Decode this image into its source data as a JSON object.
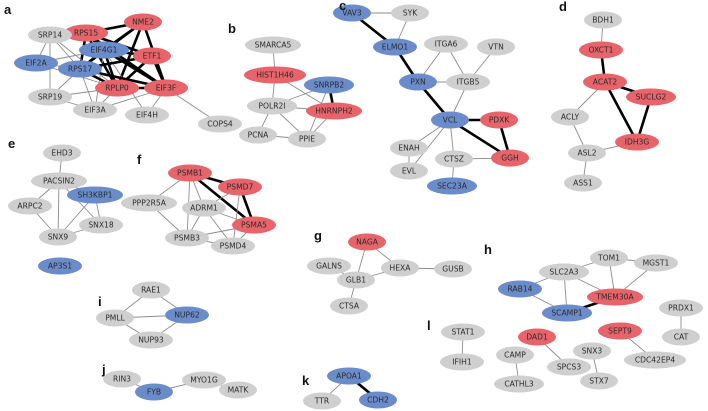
{
  "colors": {
    "red": "#e8646b",
    "blue": "#6a8ccb",
    "gray": "#cfcfcf",
    "edge_thin": "#8c8c8c",
    "edge_thick": "#000000"
  },
  "panels": [
    {
      "label": "a",
      "nodes": [
        {
          "id": "RPS15",
          "color": "red"
        },
        {
          "id": "NME2",
          "color": "red"
        },
        {
          "id": "SRP14",
          "color": "gray"
        },
        {
          "id": "EIF4G1",
          "color": "blue"
        },
        {
          "id": "ETF1",
          "color": "red"
        },
        {
          "id": "EIF2A",
          "color": "blue"
        },
        {
          "id": "RPS17",
          "color": "blue"
        },
        {
          "id": "SRP19",
          "color": "gray"
        },
        {
          "id": "RPLP0",
          "color": "red"
        },
        {
          "id": "EIF3F",
          "color": "red"
        },
        {
          "id": "EIF3A",
          "color": "gray"
        },
        {
          "id": "EIF4H",
          "color": "gray"
        },
        {
          "id": "COPS4",
          "color": "gray"
        }
      ]
    },
    {
      "label": "b",
      "nodes": [
        {
          "id": "SMARCA5",
          "color": "gray"
        },
        {
          "id": "HIST1H46",
          "color": "red"
        },
        {
          "id": "SNRPB2",
          "color": "blue"
        },
        {
          "id": "HNRNPH2",
          "color": "red"
        },
        {
          "id": "POLR2I",
          "color": "gray"
        },
        {
          "id": "PCNA",
          "color": "gray"
        },
        {
          "id": "PPIE",
          "color": "gray"
        }
      ]
    },
    {
      "label": "c",
      "nodes": [
        {
          "id": "VAV3",
          "color": "blue"
        },
        {
          "id": "SYK",
          "color": "gray"
        },
        {
          "id": "ELMO1",
          "color": "blue"
        },
        {
          "id": "ITGA6",
          "color": "gray"
        },
        {
          "id": "VTN",
          "color": "gray"
        },
        {
          "id": "PXN",
          "color": "blue"
        },
        {
          "id": "ITGB5",
          "color": "gray"
        },
        {
          "id": "VCL",
          "color": "blue"
        },
        {
          "id": "PDXK",
          "color": "red"
        },
        {
          "id": "ENAH",
          "color": "gray"
        },
        {
          "id": "CTSZ",
          "color": "gray"
        },
        {
          "id": "GGH",
          "color": "red"
        },
        {
          "id": "EVL",
          "color": "gray"
        },
        {
          "id": "SEC23A",
          "color": "blue"
        }
      ]
    },
    {
      "label": "d",
      "nodes": [
        {
          "id": "BDH1",
          "color": "gray"
        },
        {
          "id": "OXCT1",
          "color": "red"
        },
        {
          "id": "ACAT2",
          "color": "red"
        },
        {
          "id": "SUCLG2",
          "color": "red"
        },
        {
          "id": "ACLY",
          "color": "gray"
        },
        {
          "id": "IDH3G",
          "color": "red"
        },
        {
          "id": "ASL2",
          "color": "gray"
        },
        {
          "id": "ASS1",
          "color": "gray"
        }
      ]
    },
    {
      "label": "e",
      "nodes": [
        {
          "id": "EHD3",
          "color": "gray"
        },
        {
          "id": "PACSIN2",
          "color": "gray"
        },
        {
          "id": "SH3KBP1",
          "color": "blue"
        },
        {
          "id": "ARPC2",
          "color": "gray"
        },
        {
          "id": "SNX18",
          "color": "gray"
        },
        {
          "id": "SNX9",
          "color": "gray"
        },
        {
          "id": "AP3S1",
          "color": "blue"
        }
      ]
    },
    {
      "label": "f",
      "nodes": [
        {
          "id": "PSMB1",
          "color": "red"
        },
        {
          "id": "PSMD7",
          "color": "red"
        },
        {
          "id": "PPP2R5A",
          "color": "gray"
        },
        {
          "id": "ADRM1",
          "color": "gray"
        },
        {
          "id": "PSMA5",
          "color": "red"
        },
        {
          "id": "PSMB3",
          "color": "gray"
        },
        {
          "id": "PSMD4",
          "color": "gray"
        }
      ]
    },
    {
      "label": "g",
      "nodes": [
        {
          "id": "NAGA",
          "color": "red"
        },
        {
          "id": "GALNS",
          "color": "gray"
        },
        {
          "id": "HEXA",
          "color": "gray"
        },
        {
          "id": "GUSB",
          "color": "gray"
        },
        {
          "id": "GLB1",
          "color": "gray"
        },
        {
          "id": "CTSA",
          "color": "gray"
        }
      ]
    },
    {
      "label": "h",
      "nodes": [
        {
          "id": "TOM1",
          "color": "gray"
        },
        {
          "id": "SLC2A3",
          "color": "gray"
        },
        {
          "id": "MGST1",
          "color": "gray"
        },
        {
          "id": "RAB14",
          "color": "blue"
        },
        {
          "id": "TMEM30A",
          "color": "red"
        },
        {
          "id": "SCAMP1",
          "color": "blue"
        }
      ]
    },
    {
      "label": "i",
      "nodes": [
        {
          "id": "RAE1",
          "color": "gray"
        },
        {
          "id": "PMLL",
          "color": "gray"
        },
        {
          "id": "NUP62",
          "color": "blue"
        },
        {
          "id": "NUP93",
          "color": "gray"
        }
      ]
    },
    {
      "label": "j",
      "nodes": [
        {
          "id": "RIN3",
          "color": "gray"
        },
        {
          "id": "MYO1G",
          "color": "gray"
        },
        {
          "id": "FYB",
          "color": "blue"
        },
        {
          "id": "MATK",
          "color": "gray"
        }
      ]
    },
    {
      "label": "k",
      "nodes": [
        {
          "id": "APOA1",
          "color": "blue"
        },
        {
          "id": "TTR",
          "color": "gray"
        },
        {
          "id": "CDH2",
          "color": "blue"
        }
      ]
    },
    {
      "label": "l",
      "nodes": [
        {
          "id": "STAT1",
          "color": "gray"
        },
        {
          "id": "IFIH1",
          "color": "gray"
        },
        {
          "id": "CAMP",
          "color": "gray"
        },
        {
          "id": "CATHL3",
          "color": "gray"
        },
        {
          "id": "DAD1",
          "color": "red"
        },
        {
          "id": "SPCS3",
          "color": "gray"
        },
        {
          "id": "SNX3",
          "color": "gray"
        },
        {
          "id": "STX7",
          "color": "gray"
        },
        {
          "id": "SEPT9",
          "color": "red"
        },
        {
          "id": "CDC42EP4",
          "color": "gray"
        },
        {
          "id": "PRDX1",
          "color": "gray"
        },
        {
          "id": "CAT",
          "color": "gray"
        }
      ]
    }
  ],
  "edges": [
    [
      "RPS15",
      "NME2",
      1
    ],
    [
      "RPS15",
      "EIF4G1",
      1
    ],
    [
      "RPS15",
      "RPS17",
      1
    ],
    [
      "RPS15",
      "RPLP0",
      1
    ],
    [
      "RPS15",
      "EIF3F",
      1
    ],
    [
      "RPS15",
      "SRP14",
      0
    ],
    [
      "RPS15",
      "ETF1",
      1
    ],
    [
      "NME2",
      "EIF4G1",
      1
    ],
    [
      "NME2",
      "RPS17",
      1
    ],
    [
      "NME2",
      "RPLP0",
      1
    ],
    [
      "NME2",
      "EIF3F",
      1
    ],
    [
      "EIF4G1",
      "ETF1",
      1
    ],
    [
      "EIF4G1",
      "RPS17",
      1
    ],
    [
      "EIF4G1",
      "RPLP0",
      1
    ],
    [
      "EIF4G1",
      "EIF3F",
      1
    ],
    [
      "EIF4G1",
      "EIF3A",
      0
    ],
    [
      "EIF4G1",
      "EIF4H",
      0
    ],
    [
      "EIF4G1",
      "EIF2A",
      0
    ],
    [
      "ETF1",
      "RPLP0",
      1
    ],
    [
      "ETF1",
      "EIF3F",
      1
    ],
    [
      "ETF1",
      "RPS17",
      1
    ],
    [
      "EIF2A",
      "RPS17",
      0
    ],
    [
      "EIF2A",
      "SRP14",
      0
    ],
    [
      "EIF2A",
      "RPLP0",
      0
    ],
    [
      "RPS17",
      "RPLP0",
      1
    ],
    [
      "RPS17",
      "SRP19",
      0
    ],
    [
      "RPS17",
      "SRP14",
      0
    ],
    [
      "RPS17",
      "EIF3F",
      1
    ],
    [
      "RPS17",
      "EIF3A",
      0
    ],
    [
      "RPLP0",
      "EIF3F",
      1
    ],
    [
      "RPLP0",
      "SRP19",
      0
    ],
    [
      "RPLP0",
      "SRP14",
      0
    ],
    [
      "RPLP0",
      "EIF3A",
      0
    ],
    [
      "EIF3F",
      "EIF3A",
      0
    ],
    [
      "EIF3F",
      "EIF4H",
      0
    ],
    [
      "EIF3F",
      "COPS4",
      0
    ],
    [
      "SRP14",
      "SRP19",
      0
    ],
    [
      "SRP19",
      "EIF3A",
      0
    ],
    [
      "SMARCA5",
      "HIST1H46",
      0
    ],
    [
      "HIST1H46",
      "POLR2I",
      0
    ],
    [
      "HIST1H46",
      "HNRNPH2",
      0
    ],
    [
      "SNRPB2",
      "HNRNPH2",
      1
    ],
    [
      "SNRPB2",
      "POLR2I",
      0
    ],
    [
      "SNRPB2",
      "PPIE",
      0
    ],
    [
      "HNRNPH2",
      "POLR2I",
      0
    ],
    [
      "HNRNPH2",
      "PPIE",
      0
    ],
    [
      "POLR2I",
      "PCNA",
      0
    ],
    [
      "POLR2I",
      "PPIE",
      0
    ],
    [
      "PCNA",
      "PPIE",
      0
    ],
    [
      "VAV3",
      "ELMO1",
      1
    ],
    [
      "VAV3",
      "SYK",
      0
    ],
    [
      "SYK",
      "ELMO1",
      0
    ],
    [
      "ELMO1",
      "PXN",
      1
    ],
    [
      "PXN",
      "VCL",
      1
    ],
    [
      "PXN",
      "ITGB5",
      0
    ],
    [
      "PXN",
      "ITGA6",
      0
    ],
    [
      "ITGA6",
      "ITGB5",
      0
    ],
    [
      "ITGB5",
      "VTN",
      0
    ],
    [
      "ITGB5",
      "VCL",
      0
    ],
    [
      "VCL",
      "PDXK",
      1
    ],
    [
      "VCL",
      "GGH",
      1
    ],
    [
      "VCL",
      "ENAH",
      0
    ],
    [
      "VCL",
      "EVL",
      0
    ],
    [
      "VCL",
      "CTSZ",
      0
    ],
    [
      "PDXK",
      "GGH",
      1
    ],
    [
      "CTSZ",
      "GGH",
      0
    ],
    [
      "CTSZ",
      "SEC23A",
      0
    ],
    [
      "ENAH",
      "EVL",
      0
    ],
    [
      "BDH1",
      "OXCT1",
      0
    ],
    [
      "OXCT1",
      "ACAT2",
      1
    ],
    [
      "ACAT2",
      "SUCLG2",
      1
    ],
    [
      "ACAT2",
      "ACLY",
      0
    ],
    [
      "ACAT2",
      "IDH3G",
      1
    ],
    [
      "SUCLG2",
      "IDH3G",
      1
    ],
    [
      "IDH3G",
      "ASL2",
      0
    ],
    [
      "ACLY",
      "ASL2",
      0
    ],
    [
      "ASL2",
      "ASS1",
      0
    ],
    [
      "EHD3",
      "PACSIN2",
      0
    ],
    [
      "PACSIN2",
      "SH3KBP1",
      0
    ],
    [
      "PACSIN2",
      "ARPC2",
      0
    ],
    [
      "PACSIN2",
      "SNX18",
      0
    ],
    [
      "PACSIN2",
      "SNX9",
      0
    ],
    [
      "SH3KBP1",
      "SNX9",
      0
    ],
    [
      "SH3KBP1",
      "SNX18",
      0
    ],
    [
      "ARPC2",
      "SNX9",
      0
    ],
    [
      "SNX9",
      "SNX18",
      0
    ],
    [
      "PSMB1",
      "PSMD7",
      1
    ],
    [
      "PSMB1",
      "PSMA5",
      1
    ],
    [
      "PSMB1",
      "ADRM1",
      0
    ],
    [
      "PSMB1",
      "PPP2R5A",
      0
    ],
    [
      "PSMB1",
      "PSMB3",
      0
    ],
    [
      "PSMD7",
      "PSMA5",
      1
    ],
    [
      "PSMD7",
      "ADRM1",
      0
    ],
    [
      "PSMD7",
      "PSMD4",
      0
    ],
    [
      "ADRM1",
      "PSMA5",
      0
    ],
    [
      "ADRM1",
      "PSMB3",
      0
    ],
    [
      "ADRM1",
      "PSMD4",
      0
    ],
    [
      "PSMA5",
      "PSMB3",
      0
    ],
    [
      "PSMA5",
      "PSMD4",
      0
    ],
    [
      "PSMB3",
      "PSMD4",
      0
    ],
    [
      "PPP2R5A",
      "PSMB3",
      0
    ],
    [
      "NAGA",
      "GLB1",
      0
    ],
    [
      "NAGA",
      "HEXA",
      0
    ],
    [
      "GALNS",
      "GLB1",
      0
    ],
    [
      "GLB1",
      "HEXA",
      0
    ],
    [
      "HEXA",
      "GUSB",
      0
    ],
    [
      "GLB1",
      "CTSA",
      0
    ],
    [
      "TOM1",
      "SLC2A3",
      0
    ],
    [
      "TOM1",
      "TMEM30A",
      0
    ],
    [
      "TOM1",
      "MGST1",
      0
    ],
    [
      "SLC2A3",
      "RAB14",
      0
    ],
    [
      "SLC2A3",
      "SCAMP1",
      0
    ],
    [
      "SLC2A3",
      "TMEM30A",
      0
    ],
    [
      "RAB14",
      "SCAMP1",
      0
    ],
    [
      "TMEM30A",
      "SCAMP1",
      1
    ],
    [
      "MGST1",
      "TMEM30A",
      0
    ],
    [
      "RAE1",
      "PMLL",
      0
    ],
    [
      "RAE1",
      "NUP62",
      0
    ],
    [
      "PMLL",
      "NUP62",
      0
    ],
    [
      "PMLL",
      "NUP93",
      0
    ],
    [
      "NUP62",
      "NUP93",
      0
    ],
    [
      "RIN3",
      "FYB",
      0
    ],
    [
      "FYB",
      "MYO1G",
      0
    ],
    [
      "MYO1G",
      "MATK",
      0
    ],
    [
      "APOA1",
      "TTR",
      0
    ],
    [
      "APOA1",
      "CDH2",
      1
    ],
    [
      "STAT1",
      "IFIH1",
      0
    ],
    [
      "CAMP",
      "CATHL3",
      0
    ],
    [
      "DAD1",
      "SPCS3",
      0
    ],
    [
      "SNX3",
      "STX7",
      0
    ],
    [
      "SEPT9",
      "CDC42EP4",
      0
    ],
    [
      "PRDX1",
      "CAT",
      0
    ]
  ]
}
